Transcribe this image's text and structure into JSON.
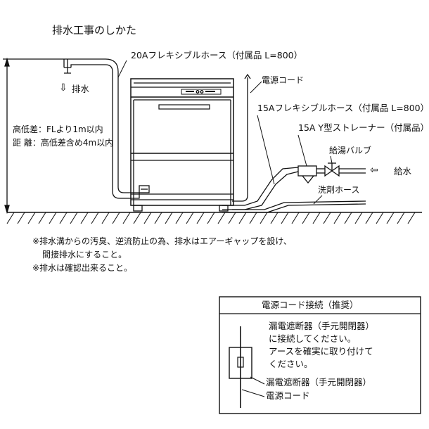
{
  "title": "排水工事のしかた",
  "labels": {
    "hose_20a": "20Aフレキシブルホース（付属品 L=800）",
    "power_cord": "電源コード",
    "hose_15a": "15Aフレキシブルホース（付属品 L=800）",
    "strainer": "15A Y型ストレーナー（付属品）",
    "supply_valve": "給湯バルブ",
    "water_supply": "給水",
    "detergent_hose": "洗剤ホース",
    "drain": "排水",
    "height_diff": "高低差：FLより1m以内",
    "distance": "距 離：高低差含め4m以内"
  },
  "notes": [
    "※排水溝からの汚臭、逆流防止の為、排水はエアーギャップを設け、",
    "間接排水にすること。",
    "※排水は確認出来ること。"
  ],
  "box": {
    "title": "電源コード接続（推奨）",
    "lines": [
      "漏電遮断器（手元開閉器）",
      "に接続してください。",
      "アースを確実に取り付けて",
      "ください。"
    ],
    "breaker_label": "漏電遮断器（手元開閉器）",
    "cord_label": "電源コード"
  },
  "arrows": {
    "down": "⇩",
    "left": "⇦"
  }
}
